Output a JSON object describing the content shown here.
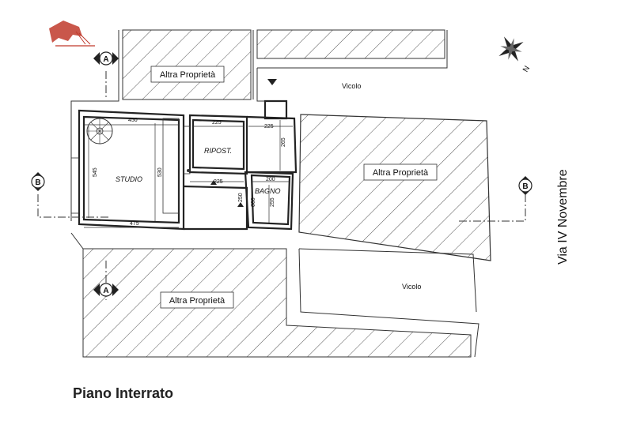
{
  "labels": {
    "altra_1": "Altra Proprietà",
    "altra_2": "Altra Proprietà",
    "altra_3": "Altra Proprietà",
    "vicolo_top": "Vicolo",
    "vicolo_right": "Vicolo",
    "studio": "STUDIO",
    "ripost": "RIPOST.",
    "bagno": "BAGNO",
    "street": "Via IV Novembre",
    "north": "N",
    "title": "Piano Interrato"
  },
  "section_markers": {
    "a_top": "A",
    "a_bottom": "A",
    "b_left": "B",
    "b_right": "B"
  },
  "dimensions": {
    "d450": "450",
    "d225_top": "225",
    "d225_right": "225",
    "d265": "265",
    "d545": "545",
    "d530": "530",
    "d475": "475",
    "d225_mid": "225",
    "d200": "200",
    "d250": "250",
    "d255": "255",
    "d060": "060"
  },
  "colors": {
    "hatch": "#555555",
    "wall": "#222222",
    "logo": "#c0392b"
  }
}
